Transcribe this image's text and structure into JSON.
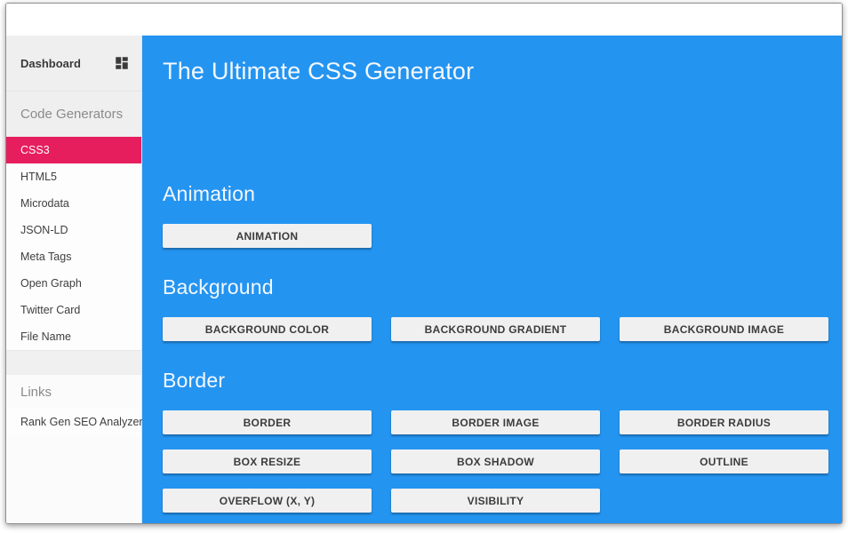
{
  "colors": {
    "accent_blue": "#2494f1",
    "accent_pink": "#e61e5e"
  },
  "sidebar": {
    "dashboard_label": "Dashboard",
    "menu": {
      "label": "Code Generators",
      "items": [
        {
          "label": "CSS3",
          "active": true
        },
        {
          "label": "HTML5",
          "active": false
        },
        {
          "label": "Microdata",
          "active": false
        },
        {
          "label": "JSON-LD",
          "active": false
        },
        {
          "label": "Meta Tags",
          "active": false
        },
        {
          "label": "Open Graph",
          "active": false
        },
        {
          "label": "Twitter Card",
          "active": false
        },
        {
          "label": "File Name",
          "active": false
        }
      ]
    },
    "links": {
      "label": "Links",
      "items": [
        {
          "label": "Rank Gen SEO Analyzer",
          "active": false
        }
      ]
    }
  },
  "main": {
    "title": "The Ultimate CSS Generator",
    "sections": [
      {
        "heading": "Animation",
        "buttons": [
          "ANIMATION"
        ]
      },
      {
        "heading": "Background",
        "buttons": [
          "BACKGROUND COLOR",
          "BACKGROUND GRADIENT",
          "BACKGROUND IMAGE"
        ]
      },
      {
        "heading": "Border",
        "buttons": [
          "BORDER",
          "BORDER IMAGE",
          "BORDER RADIUS",
          "BOX RESIZE",
          "BOX SHADOW",
          "OUTLINE",
          "OVERFLOW (X, Y)",
          "VISIBILITY"
        ]
      }
    ]
  }
}
